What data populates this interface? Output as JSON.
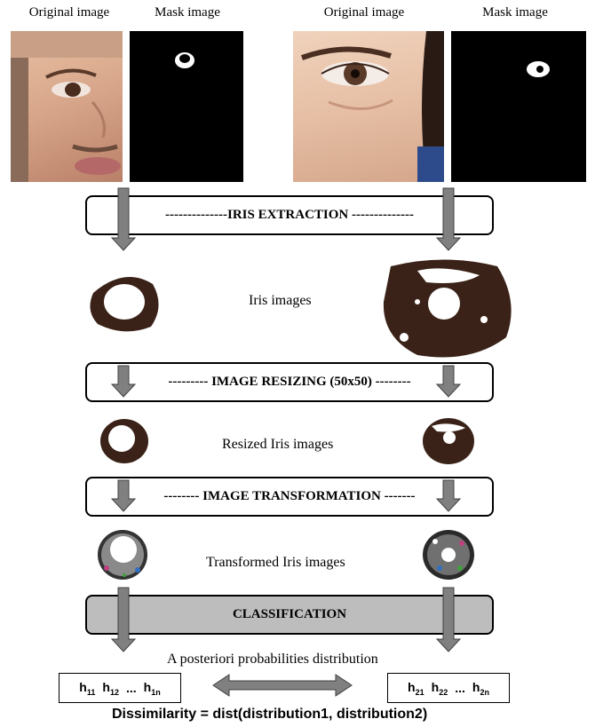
{
  "header": {
    "original_label_1": "Original image",
    "mask_label_1": "Mask image",
    "original_label_2": "Original image",
    "mask_label_2": "Mask image"
  },
  "stages": {
    "iris_extraction": "--------------IRIS EXTRACTION --------------",
    "image_resizing": "--------- IMAGE RESIZING (50x50) --------",
    "image_transformation": "-------- IMAGE TRANSFORMATION -------",
    "classification": "CLASSIFICATION"
  },
  "captions": {
    "iris_images": "Iris images",
    "resized_iris_images": "Resized Iris images",
    "transformed_iris_images": "Transformed Iris images",
    "posteriori": "A posteriori probabilities distribution"
  },
  "distributions": {
    "left": {
      "h1": "h",
      "s1": "11",
      "h2": "h",
      "s2": "12",
      "dots": "...",
      "h3": "h",
      "s3": "1n"
    },
    "right": {
      "h1": "h",
      "s1": "21",
      "h2": "h",
      "s2": "22",
      "dots": "...",
      "h3": "h",
      "s3": "2n"
    }
  },
  "dissimilarity": "Dissimilarity = dist(distribution1, distribution2)",
  "colors": {
    "arrow_fill": "#808080",
    "arrow_stroke": "#404040",
    "classification_fill": "#bdbdbd",
    "mask_bg": "#000000",
    "iris_dark": "#3a2218",
    "skin": "#d9a88c"
  }
}
